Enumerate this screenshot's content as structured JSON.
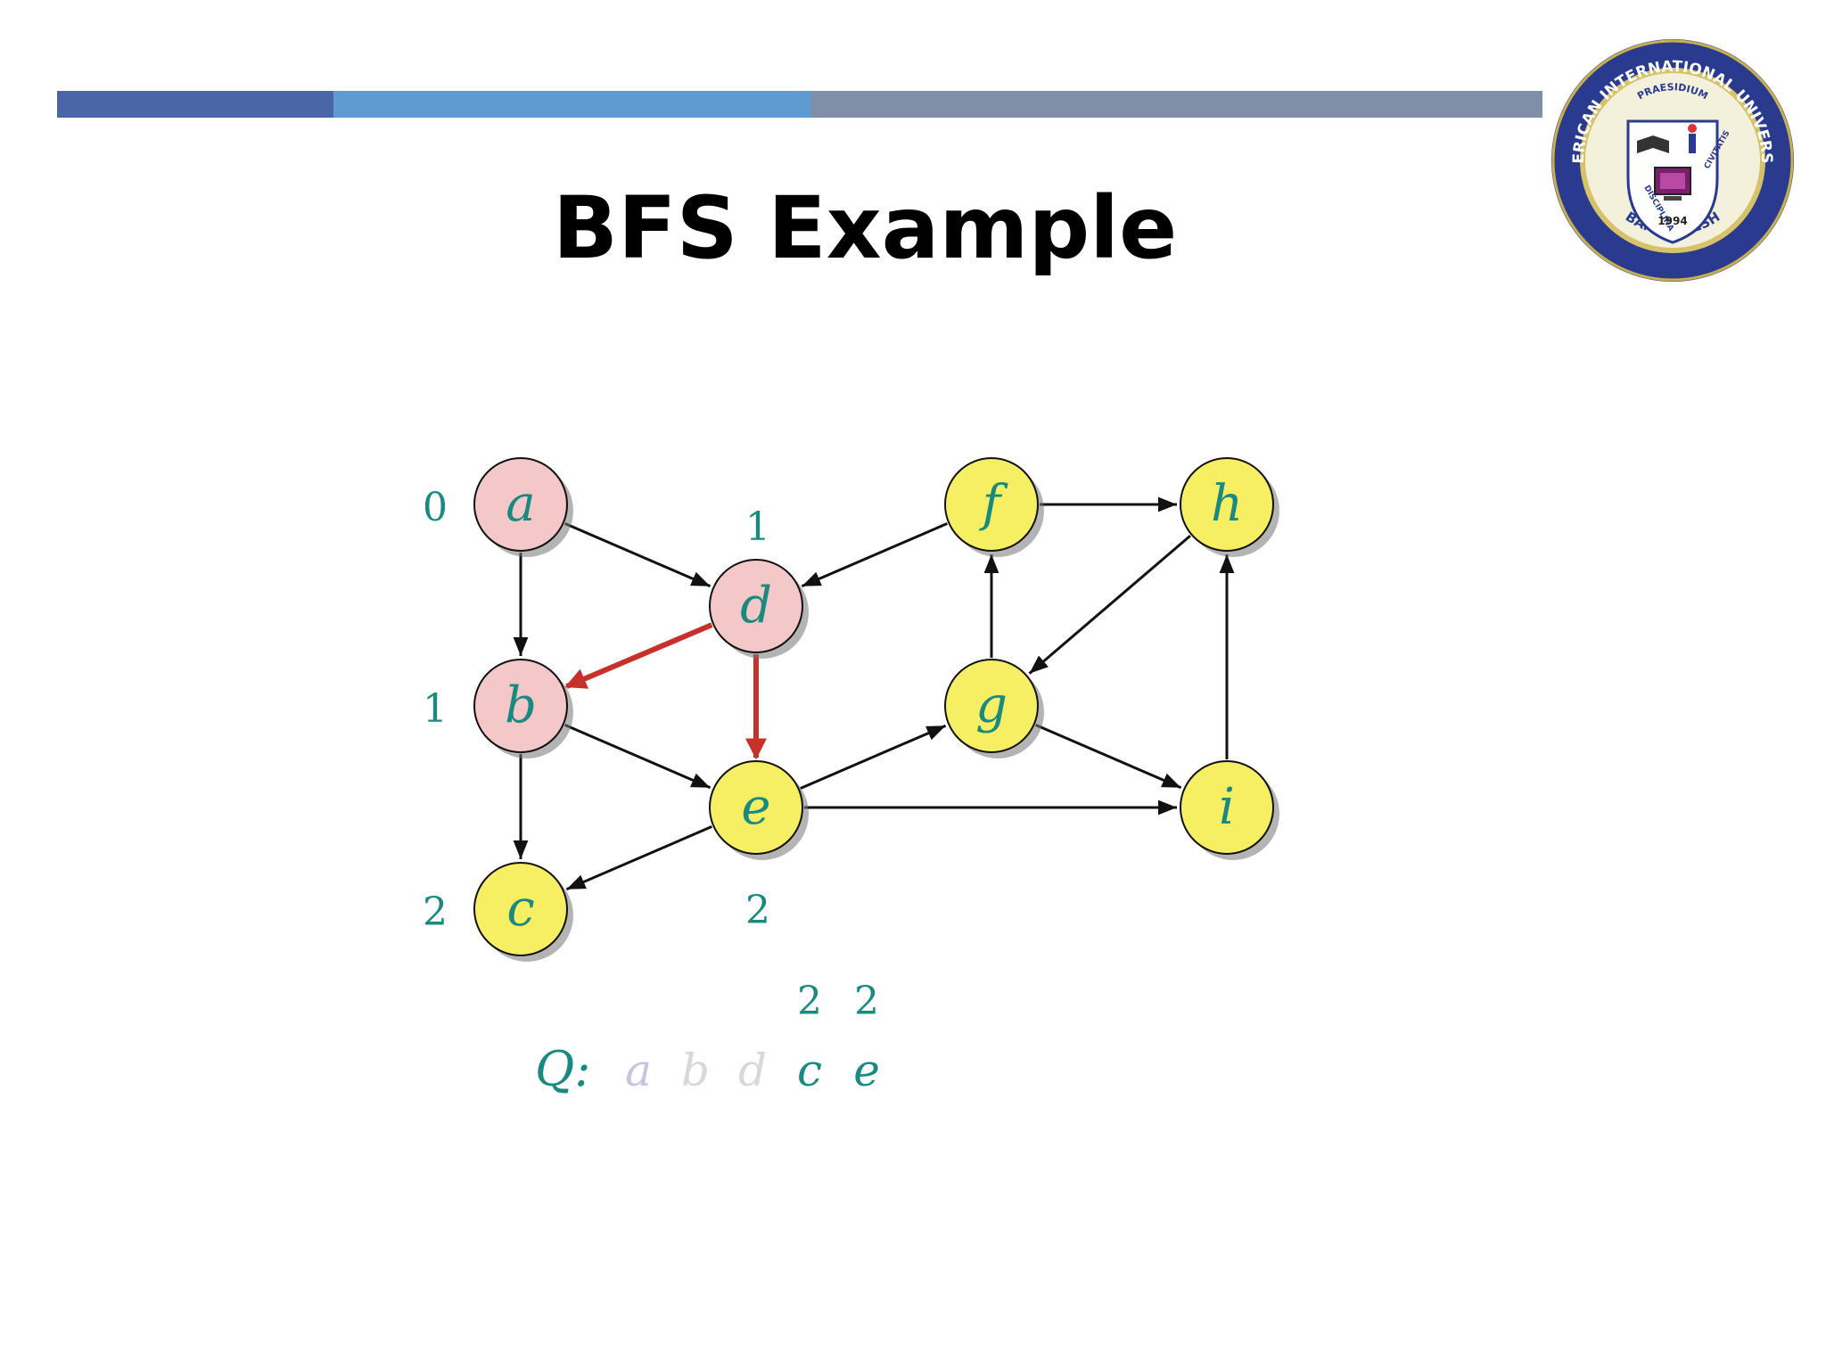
{
  "slide": {
    "title": "BFS Example",
    "top_bar_colors": [
      "#4a66a8",
      "#5f9bd1",
      "#7f8fa8"
    ]
  },
  "logo": {
    "ring_text_top": "AMERICAN INTERNATIONAL UNIVERSITY",
    "ring_text_bottom": "BANGLADESH",
    "motto_top": "PRAESIDIUM",
    "motto_left": "DISCIPLINA",
    "motto_right": "CIVITATIS",
    "year": "1994"
  },
  "graph": {
    "colors": {
      "visited_fill": "#f4c7c8",
      "unvisited_fill": "#f7ef63",
      "label_color": "#1a8a80",
      "highlight_edge": "#c8312a",
      "edge": "#111111"
    },
    "nodes": [
      {
        "id": "a",
        "label": "a",
        "state": "visited",
        "distance": "0"
      },
      {
        "id": "b",
        "label": "b",
        "state": "visited",
        "distance": "1"
      },
      {
        "id": "c",
        "label": "c",
        "state": "unvisited",
        "distance": "2"
      },
      {
        "id": "d",
        "label": "d",
        "state": "visited",
        "distance": "1"
      },
      {
        "id": "e",
        "label": "e",
        "state": "unvisited",
        "distance": "2"
      },
      {
        "id": "f",
        "label": "f",
        "state": "unvisited",
        "distance": ""
      },
      {
        "id": "g",
        "label": "g",
        "state": "unvisited",
        "distance": ""
      },
      {
        "id": "h",
        "label": "h",
        "state": "unvisited",
        "distance": ""
      },
      {
        "id": "i",
        "label": "i",
        "state": "unvisited",
        "distance": ""
      }
    ],
    "edges": [
      {
        "from": "a",
        "to": "d",
        "highlight": false
      },
      {
        "from": "a",
        "to": "b",
        "highlight": false
      },
      {
        "from": "f",
        "to": "d",
        "highlight": false
      },
      {
        "from": "f",
        "to": "h",
        "highlight": false
      },
      {
        "from": "d",
        "to": "b",
        "highlight": true
      },
      {
        "from": "d",
        "to": "e",
        "highlight": true
      },
      {
        "from": "b",
        "to": "e",
        "highlight": false
      },
      {
        "from": "b",
        "to": "c",
        "highlight": false
      },
      {
        "from": "e",
        "to": "c",
        "highlight": false
      },
      {
        "from": "e",
        "to": "g",
        "highlight": false
      },
      {
        "from": "e",
        "to": "i",
        "highlight": false
      },
      {
        "from": "g",
        "to": "f",
        "highlight": false
      },
      {
        "from": "h",
        "to": "g",
        "highlight": false
      },
      {
        "from": "g",
        "to": "i",
        "highlight": false
      },
      {
        "from": "i",
        "to": "h",
        "highlight": false
      }
    ]
  },
  "queue": {
    "label": "Q:",
    "items": [
      {
        "node": "a",
        "distance": "",
        "state": "dequeued-a"
      },
      {
        "node": "b",
        "distance": "",
        "state": "dequeued"
      },
      {
        "node": "d",
        "distance": "",
        "state": "dequeued"
      },
      {
        "node": "c",
        "distance": "2",
        "state": "active"
      },
      {
        "node": "e",
        "distance": "2",
        "state": "active"
      }
    ],
    "colors": {
      "active": "#1a8a80",
      "dequeued": "#d8d8d8",
      "dequeued-a": "#c6c4e0"
    }
  }
}
